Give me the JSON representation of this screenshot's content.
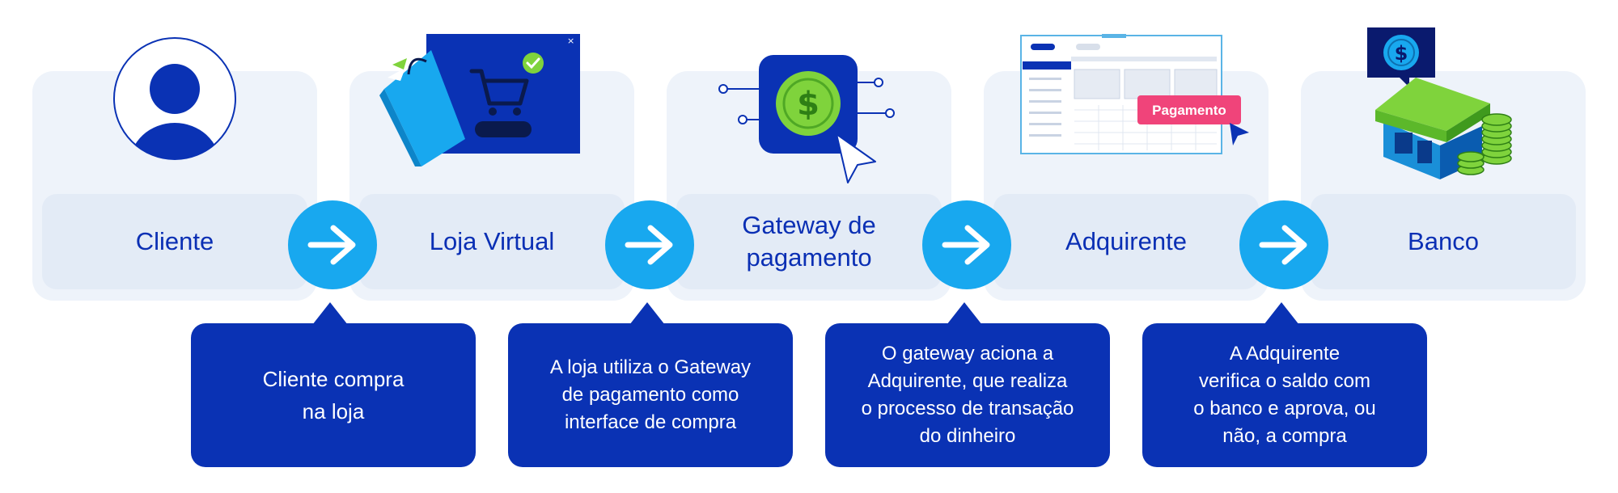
{
  "colors": {
    "primary_blue": "#0a32b4",
    "arrow_blue": "#18a8ef",
    "card_bg": "#eef3fa",
    "label_bg": "#e3ebf6",
    "accent_green": "#7fd33c",
    "accent_pink": "#f0447a"
  },
  "steps": [
    {
      "label": "Cliente",
      "icon": "user-avatar-icon"
    },
    {
      "label": "Loja Virtual",
      "icon": "online-store-icon"
    },
    {
      "label": "Gateway de\npagamento",
      "icon": "payment-gateway-icon"
    },
    {
      "label": "Adquirente",
      "icon": "acquirer-dashboard-icon",
      "badge": "Pagamento"
    },
    {
      "label": "Banco",
      "icon": "bank-building-icon"
    }
  ],
  "notes": [
    {
      "text": "Cliente compra\nna loja"
    },
    {
      "text": "A loja utiliza o Gateway\nde pagamento como\ninterface de compra"
    },
    {
      "text": "O gateway aciona a\nAdquirente, que realiza\no processo de transação\ndo dinheiro"
    },
    {
      "text": "A Adquirente\nverifica o saldo com\no banco e aprova, ou\nnão, a compra"
    }
  ]
}
